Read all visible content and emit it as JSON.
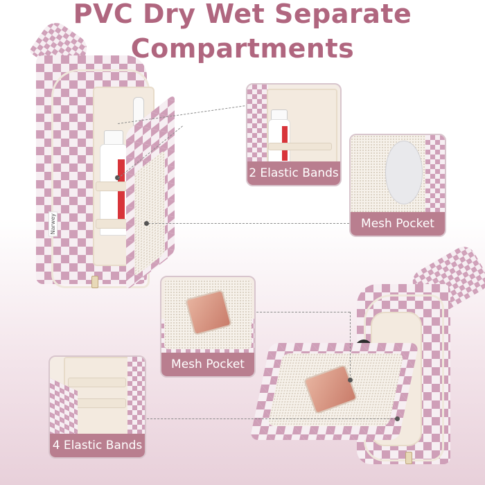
{
  "title": {
    "line1": "PVC Dry Wet Separate",
    "line2": "Compartments"
  },
  "callouts": {
    "elastic_bands_2": "2 Elastic Bands",
    "mesh_pocket_top": "Mesh Pocket",
    "mesh_pocket_bottom": "Mesh Pocket",
    "elastic_bands_4": "4 Elastic Bands"
  },
  "brand_tag": "Narwey",
  "colors": {
    "title": "#b0667f",
    "label_bg": "#b97e8f",
    "check_pink": "#cf9fb8",
    "check_white": "#f6eef2"
  }
}
